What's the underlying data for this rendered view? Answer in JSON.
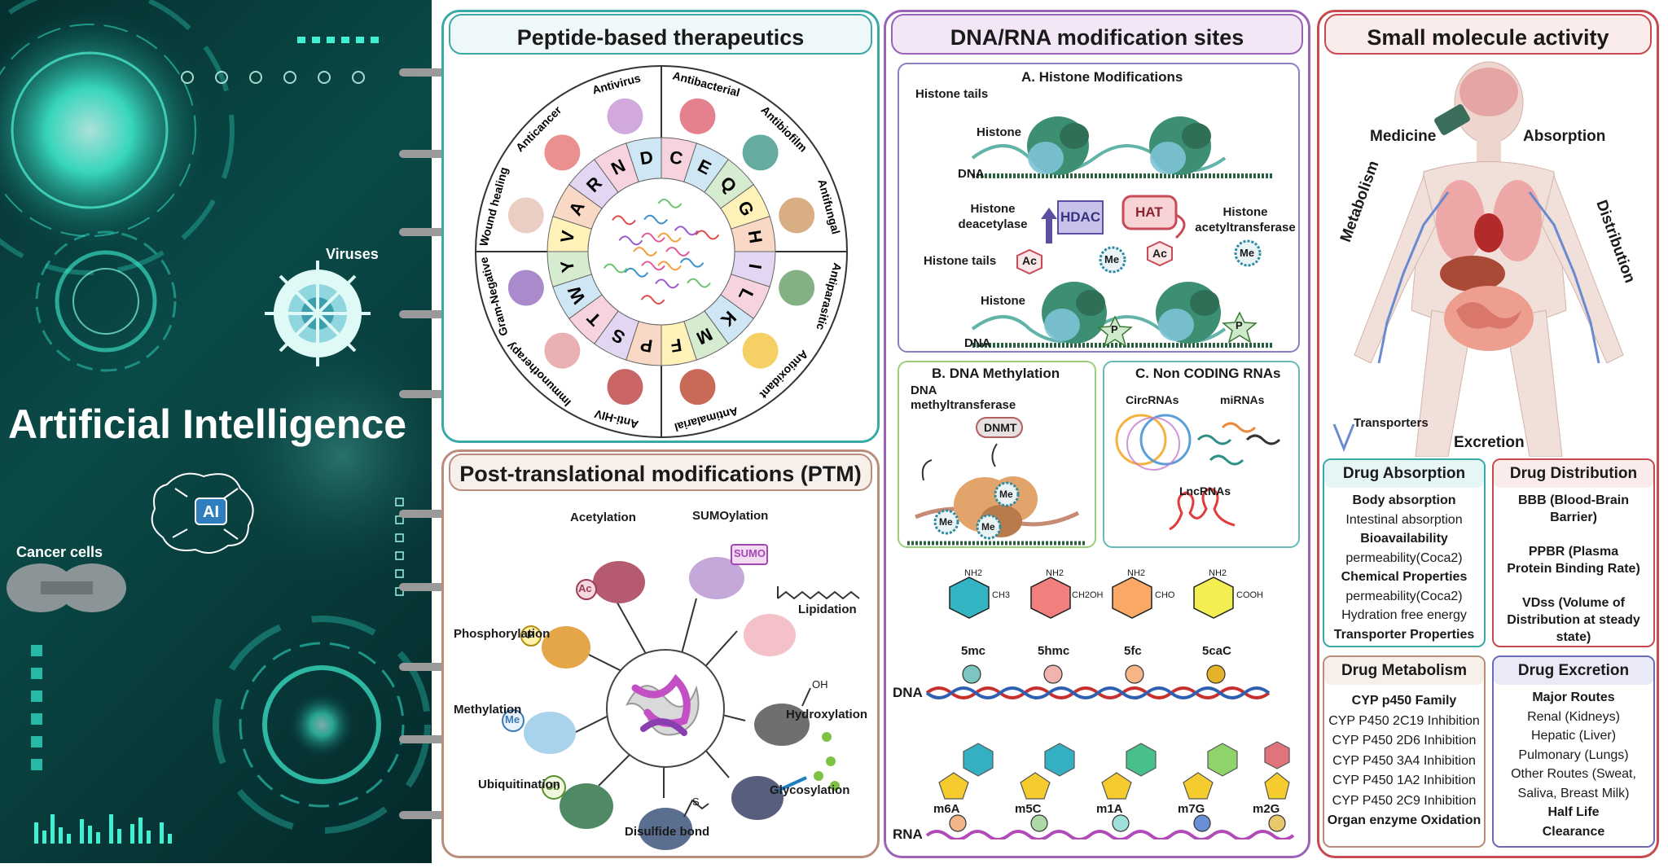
{
  "left": {
    "title": "Artificial Intelligence",
    "viruses_label": "Viruses",
    "cancer_label": "Cancer cells",
    "ai_badge": "AI"
  },
  "peptide": {
    "title": "Peptide-based therapeutics",
    "activities": [
      "Antibacterial",
      "Antibiofilm",
      "Antifungal",
      "Antiparasitic",
      "Antioxidant",
      "Antimalarial",
      "Anti-HIV",
      "Immunotherapy",
      "Gram-Negative",
      "Wound healing",
      "Anticancer",
      "Antivirus"
    ],
    "amino_acids": [
      "C",
      "E",
      "Q",
      "G",
      "H",
      "I",
      "L",
      "K",
      "M",
      "F",
      "P",
      "S",
      "T",
      "W",
      "Y",
      "V",
      "A",
      "R",
      "N",
      "D"
    ]
  },
  "ptm": {
    "title": "Post-translational modifications (PTM)",
    "items": {
      "acetylation": "Acetylation",
      "sumoylation": "SUMOylation",
      "sumo_tag": "SUMO",
      "lipidation": "Lipidation",
      "phosphorylation": "Phosphorylation",
      "p_tag": "P",
      "ac_tag": "Ac",
      "methylation": "Methylation",
      "me_tag": "Me",
      "hydroxylation": "Hydroxylation",
      "oh_tag": "OH",
      "ubiquitination": "Ubiquitination",
      "ub_tag": "Ub",
      "glycosylation": "Glycosylation",
      "disulfide": "Disulfide bond",
      "s_tag": "S"
    }
  },
  "dna": {
    "title": "DNA/RNA modification sites",
    "histone": {
      "title": "A. Histone Modifications",
      "tails": "Histone tails",
      "histone": "Histone",
      "dna": "DNA",
      "deacetylase": "Histone deacetylase",
      "hdac": "HDAC",
      "hat": "HAT",
      "acetyltransferase": "Histone acetyltransferase",
      "tails2": "Histone tails",
      "histone2": "Histone",
      "dna2": "DNA",
      "ac": "Ac",
      "me": "Me",
      "p": "P"
    },
    "methylation": {
      "title": "B. DNA Methylation",
      "enzyme": "DNA methyltransferase",
      "dnmt": "DNMT",
      "me": "Me"
    },
    "noncoding": {
      "title": "C. Non CODING RNAs",
      "circ": "CircRNAs",
      "mi": "miRNAs",
      "lnc": "LncRNAs"
    },
    "bases": [
      "5mc",
      "5hmc",
      "5fc",
      "5caC"
    ],
    "base_groups": [
      "NH2",
      "CH3",
      "CH2OH",
      "CHO",
      "COOH"
    ],
    "dna_label": "DNA",
    "rna_label": "RNA",
    "rna_mods": [
      "m6A",
      "m5C",
      "m1A",
      "m7G",
      "m2G"
    ]
  },
  "small": {
    "title": "Small molecule activity",
    "medicine": "Medicine",
    "absorption": "Absorption",
    "metabolism": "Metabolism",
    "distribution": "Distribution",
    "transporters": "Transporters",
    "excretion": "Excretion",
    "absorption_box": {
      "title": "Drug Absorption",
      "lines": [
        {
          "t": "Body absorption",
          "b": true
        },
        {
          "t": "Intestinal absorption",
          "b": false
        },
        {
          "t": "Bioavailability",
          "b": true
        },
        {
          "t": "permeability(Coca2)",
          "b": false
        },
        {
          "t": "Chemical Properties",
          "b": true
        },
        {
          "t": "permeability(Coca2)",
          "b": false
        },
        {
          "t": "Hydration free energy",
          "b": false
        },
        {
          "t": "Transporter Properties",
          "b": true
        }
      ]
    },
    "distribution_box": {
      "title": "Drug Distribution",
      "lines": [
        {
          "t": "BBB (Blood-Brain",
          "b": true
        },
        {
          "t": "Barrier)",
          "b": true
        },
        {
          "t": "",
          "b": false
        },
        {
          "t": "PPBR (Plasma",
          "b": true
        },
        {
          "t": "Protein Binding Rate)",
          "b": true
        },
        {
          "t": "",
          "b": false
        },
        {
          "t": "VDss (Volume of",
          "b": true
        },
        {
          "t": "Distribution at steady",
          "b": true
        },
        {
          "t": "state)",
          "b": true
        }
      ]
    },
    "metabolism_box": {
      "title": "Drug Metabolism",
      "lines": [
        {
          "t": "CYP p450 Family",
          "b": true
        },
        {
          "t": "CYP P450 2C19 Inhibition",
          "b": false
        },
        {
          "t": "CYP P450 2D6 Inhibition",
          "b": false
        },
        {
          "t": "CYP P450 3A4 Inhibition",
          "b": false
        },
        {
          "t": "CYP P450 1A2 Inhibition",
          "b": false
        },
        {
          "t": "CYP P450 2C9 Inhibition",
          "b": false
        },
        {
          "t": "Organ enzyme Oxidation",
          "b": true
        }
      ]
    },
    "excretion_box": {
      "title": "Drug Excretion",
      "lines": [
        {
          "t": "Major Routes",
          "b": true
        },
        {
          "t": "Renal (Kidneys)",
          "b": false
        },
        {
          "t": "Hepatic (Liver)",
          "b": false
        },
        {
          "t": "Pulmonary (Lungs)",
          "b": false
        },
        {
          "t": "Other Routes (Sweat,",
          "b": false
        },
        {
          "t": "Saliva, Breast Milk)",
          "b": false
        },
        {
          "t": "Half Life",
          "b": true
        },
        {
          "t": "Clearance",
          "b": true
        }
      ]
    }
  },
  "colors": {
    "teal": "#2aa7a0",
    "peptide_border": "#3aa9a8",
    "ptm_border": "#b98d7a",
    "dna_border": "#9b62b5",
    "small_border": "#c8484f",
    "dark_bg": "#063b3c"
  }
}
